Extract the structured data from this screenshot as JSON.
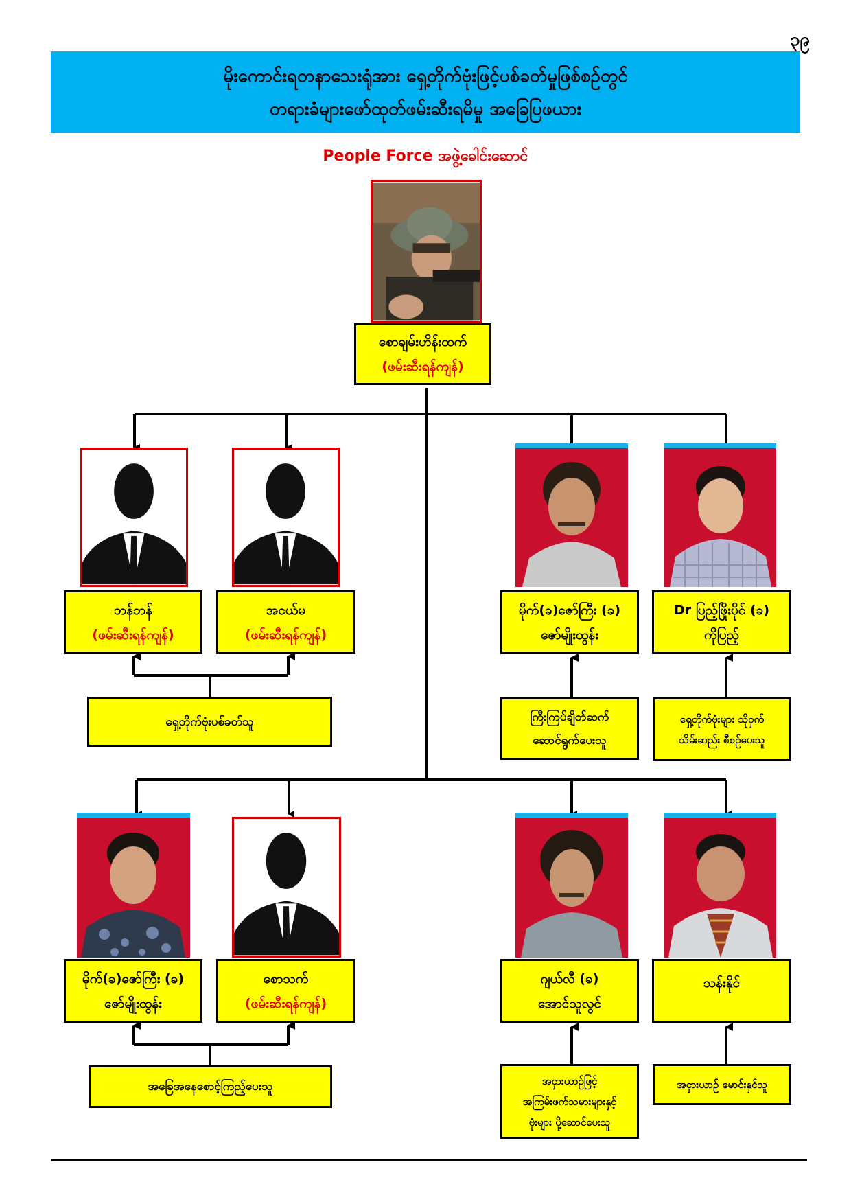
{
  "page_number": "၃၉",
  "title": {
    "line1": "မိုးကောင်းရတနာသေးရုံအား ရှေ့တိုက်ဗုံးဖြင့်ပစ်ခတ်မှုဖြစ်စဉ်တွင်",
    "line2": "တရားခံများဖော်ထုတ်ဖမ်းဆီးရမိမှု အခြေပြဖယား"
  },
  "leader_caption": "People Force အဖွဲ့ခေါင်းဆောင်",
  "leader": {
    "name": "စောချမ်းဟိန်းထက်",
    "status": "(ဖမ်းဆီးရန်ကျန်)"
  },
  "row1": [
    {
      "name": "ဘန်ဘန်",
      "status": "(ဖမ်းဆီးရန်ကျန်)",
      "photo": "silhouette-icon"
    },
    {
      "name": "အငယ်မ",
      "status": "(ဖမ်းဆီးရန်ကျန်)",
      "photo": "silhouette-icon"
    },
    {
      "name": "မိုက်(ခ)ဇော်ကြီး (ခ)",
      "status_line2": "ဇော်မျိုးထွန်း",
      "photo": "portrait-icon"
    },
    {
      "name": "Dr ပြည့်ဖြိုးပိုင် (ခ)",
      "status_line2": "ကိုပြည့်",
      "photo": "portrait-icon"
    }
  ],
  "row1_roles": {
    "shared_left": "ရှေ့တိုက်ဗုံးပစ်ခတ်သူ",
    "third_line1": "ကြီးကြပ်ချိတ်ဆက်",
    "third_line2": "ဆောင်ရွက်ပေးသူ",
    "fourth_line1": "ရှေ့တိုက်ဗုံးများ သိုဝှက်",
    "fourth_line2": "သိမ်းဆည်း စီစဉ်ပေးသူ"
  },
  "row2": [
    {
      "name": "မိုက်(ခ)ဇော်ကြီး (ခ)",
      "status_line2": "ဇော်မျိုးထွန်း",
      "photo": "portrait-icon"
    },
    {
      "name": "စောသက်",
      "status": "(ဖမ်းဆီးရန်ကျန်)",
      "photo": "silhouette-icon"
    },
    {
      "name": "ဂျယ်လီ (ခ)",
      "status_line2": "အောင်သူလွင်",
      "photo": "portrait-icon"
    },
    {
      "name": "သန်းနိုင်",
      "photo": "portrait-icon"
    }
  ],
  "row2_roles": {
    "shared_left": "အခြေအနေစောင့်ကြည့်ပေးသူ",
    "third_line1": "အငှားယာဉ်ဖြင့်",
    "third_line2": "အကြမ်းဖက်သမားများနှင့်",
    "third_line3": "ဗုံးများ ပို့ဆောင်ပေးသူ",
    "fourth": "အငှားယာဉ် မောင်းနှင်သူ"
  },
  "colors": {
    "banner": "#00b0f0",
    "box_fill": "#ffff00",
    "wanted_text": "#e00000",
    "photo_bg_red": "#c8102e"
  }
}
